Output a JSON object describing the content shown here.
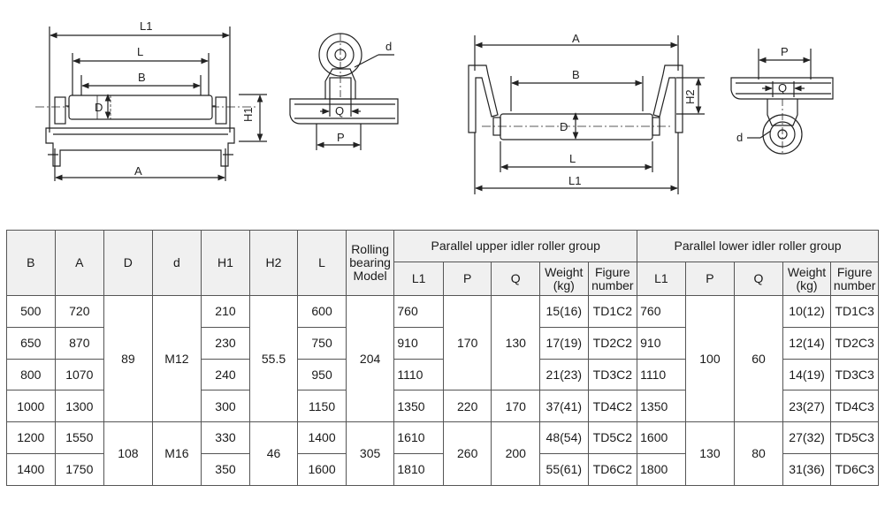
{
  "drawings": {
    "upper_front": {
      "l1": "L1",
      "l": "L",
      "b": "B",
      "d": "D",
      "h1": "H1",
      "a": "A"
    },
    "upper_side": {
      "d": "d",
      "q": "Q",
      "p": "P"
    },
    "lower_front": {
      "a": "A",
      "b": "B",
      "h2": "H2",
      "d": "D",
      "l": "L",
      "l1": "L1"
    },
    "lower_side": {
      "p": "P",
      "q": "Q",
      "d": "d"
    }
  },
  "table": {
    "headers": {
      "b": "B",
      "a": "A",
      "d_big": "D",
      "d_small": "d",
      "h1": "H1",
      "h2": "H2",
      "l": "L",
      "rolling": "Rolling bearing Model",
      "upper_group": "Parallel upper idler roller group",
      "lower_group": "Parallel lower idler roller group",
      "l1": "L1",
      "p": "P",
      "q": "Q",
      "weight": "Weight (kg)",
      "figure": "Figure number"
    },
    "rows": [
      {
        "b": "500",
        "a": "720",
        "h1": "210",
        "l": "600",
        "upper_l1": "760",
        "upper_weight": "15(16)",
        "upper_fig": "TD1C2",
        "lower_l1": "760",
        "lower_weight": "10(12)",
        "lower_fig": "TD1C3"
      },
      {
        "b": "650",
        "a": "870",
        "h1": "230",
        "l": "750",
        "upper_l1": "910",
        "upper_weight": "17(19)",
        "upper_fig": "TD2C2",
        "lower_l1": "910",
        "lower_weight": "12(14)",
        "lower_fig": "TD2C3"
      },
      {
        "b": "800",
        "a": "1070",
        "h1": "240",
        "l": "950",
        "upper_l1": "1110",
        "upper_weight": "21(23)",
        "upper_fig": "TD3C2",
        "lower_l1": "1110",
        "lower_weight": "14(19)",
        "lower_fig": "TD3C3"
      },
      {
        "b": "1000",
        "a": "1300",
        "h1": "300",
        "l": "1150",
        "upper_l1": "1350",
        "upper_weight": "37(41)",
        "upper_fig": "TD4C2",
        "lower_l1": "1350",
        "lower_weight": "23(27)",
        "lower_fig": "TD4C3"
      },
      {
        "b": "1200",
        "a": "1550",
        "h1": "330",
        "l": "1400",
        "upper_l1": "1610",
        "upper_weight": "48(54)",
        "upper_fig": "TD5C2",
        "lower_l1": "1600",
        "lower_weight": "27(32)",
        "lower_fig": "TD5C3"
      },
      {
        "b": "1400",
        "a": "1750",
        "h1": "350",
        "l": "1600",
        "upper_l1": "1810",
        "upper_weight": "55(61)",
        "upper_fig": "TD6C2",
        "lower_l1": "1800",
        "lower_weight": "31(36)",
        "lower_fig": "TD6C3"
      }
    ],
    "merged": {
      "group1": {
        "d_big": "89",
        "d_small": "M12",
        "h2": "55.5",
        "rolling": "204"
      },
      "group2": {
        "d_big": "108",
        "d_small": "M16",
        "h2": "46",
        "rolling": "305"
      },
      "upper_p_1": "170",
      "upper_q_1": "130",
      "upper_p_2": "220",
      "upper_q_2": "170",
      "upper_p_3": "260",
      "upper_q_3": "200",
      "lower_p_1": "100",
      "lower_q_1": "60",
      "lower_p_2": "130",
      "lower_q_2": "80"
    }
  }
}
